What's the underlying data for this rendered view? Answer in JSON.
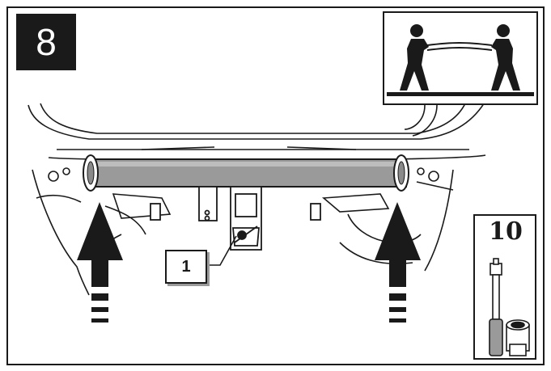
{
  "step": {
    "number": "8"
  },
  "callouts": [
    {
      "label": "1"
    }
  ],
  "tool": {
    "size_label": "10",
    "icons": [
      "socket-wrench-icon",
      "socket-icon"
    ]
  },
  "inset": {
    "icon": "two-people-lifting-icon"
  },
  "arrows": {
    "icon": "lift-up-arrow-icon"
  }
}
